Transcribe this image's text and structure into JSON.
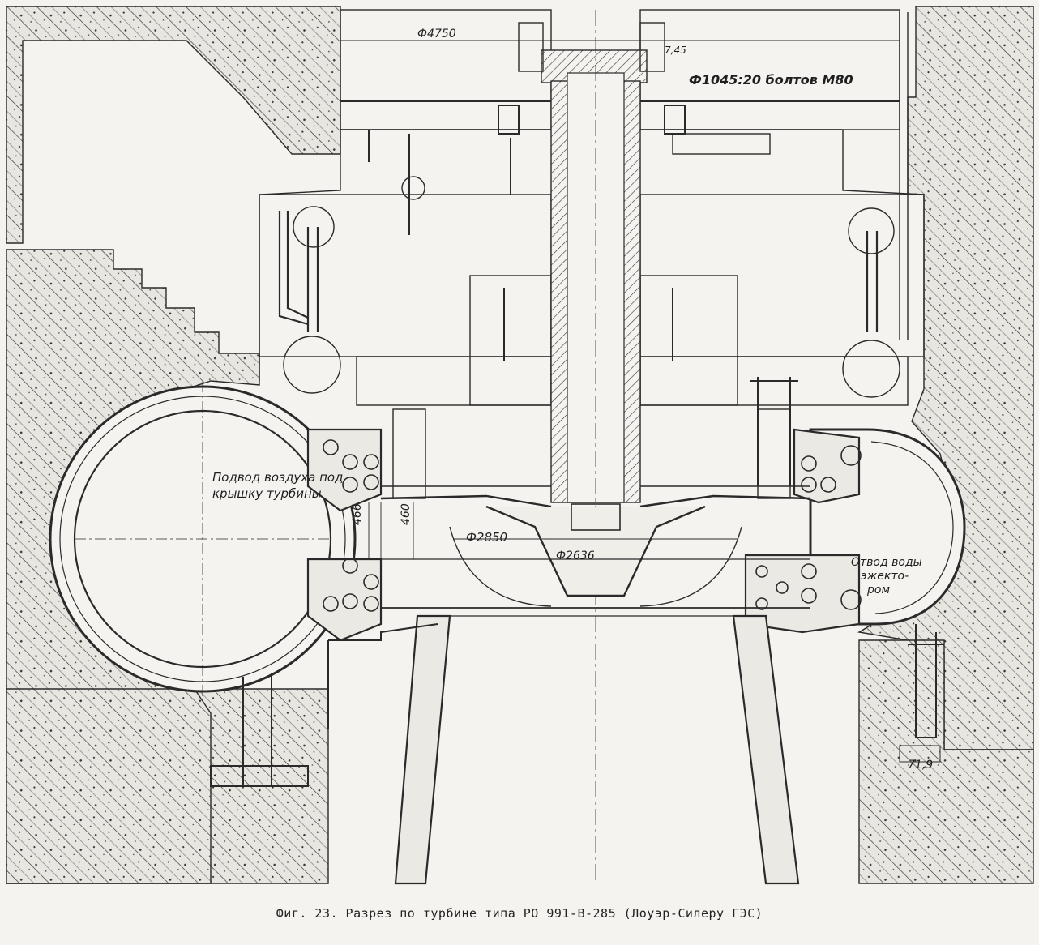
{
  "figure": {
    "caption": "Фиг. 23. Разрез по турбине типа РО 991-В-285 (Лоуэр-Силеру ГЭС)"
  },
  "dimensions": {
    "top_diameter": "Ф4750",
    "bolts": "Ф1045:20 болтов М80",
    "mark_top": "7,45",
    "runner_diameter": "Ф2850",
    "throat_diameter": "Ф2636",
    "gate_height_a": "466",
    "gate_height_b": "460",
    "elevation": "71,9"
  },
  "labels": {
    "air_supply_line1": "Подвод воздуха под",
    "air_supply_line2": "крышку турбины",
    "water_outlet_line1": "Отвод воды",
    "water_outlet_line2": "эжекто-",
    "water_outlet_line3": "ром"
  },
  "colors": {
    "ink": "#2a2a2a",
    "paper": "#f4f3f0",
    "concrete": "#e6e4de"
  }
}
